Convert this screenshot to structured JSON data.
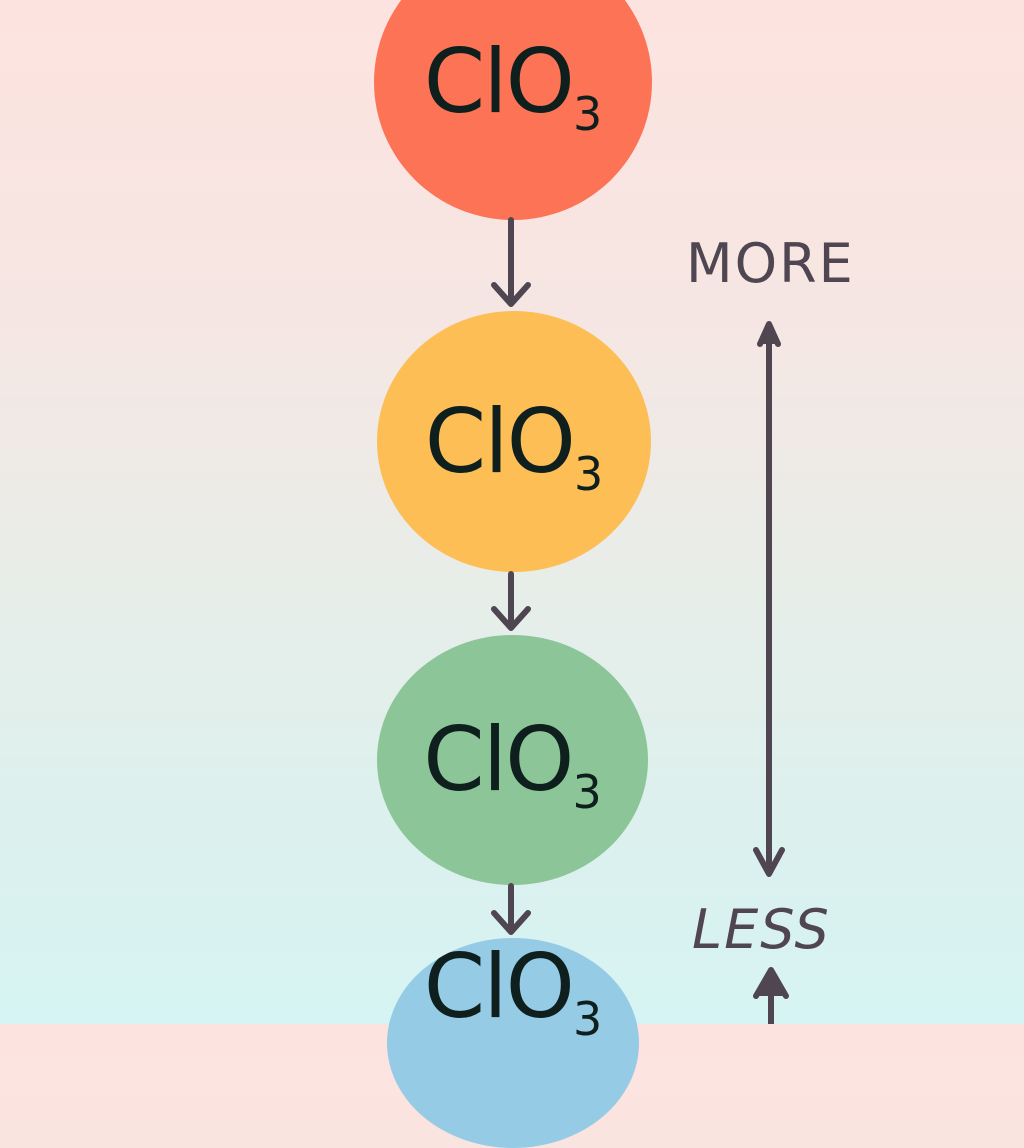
{
  "nodes": [
    {
      "formula": "ClO",
      "subscript": "3",
      "color": "#fc7455"
    },
    {
      "formula": "ClO",
      "subscript": "3",
      "color": "#fdbf55"
    },
    {
      "formula": "ClO",
      "subscript": "3",
      "color": "#8cc597"
    },
    {
      "formula": "ClO",
      "subscript": "3",
      "color": "#95cbe5"
    }
  ],
  "scale": {
    "top_label": "MORE",
    "bottom_label": "LESS"
  },
  "colors": {
    "arrow": "#4f4651",
    "text": "#0f1f1d"
  }
}
